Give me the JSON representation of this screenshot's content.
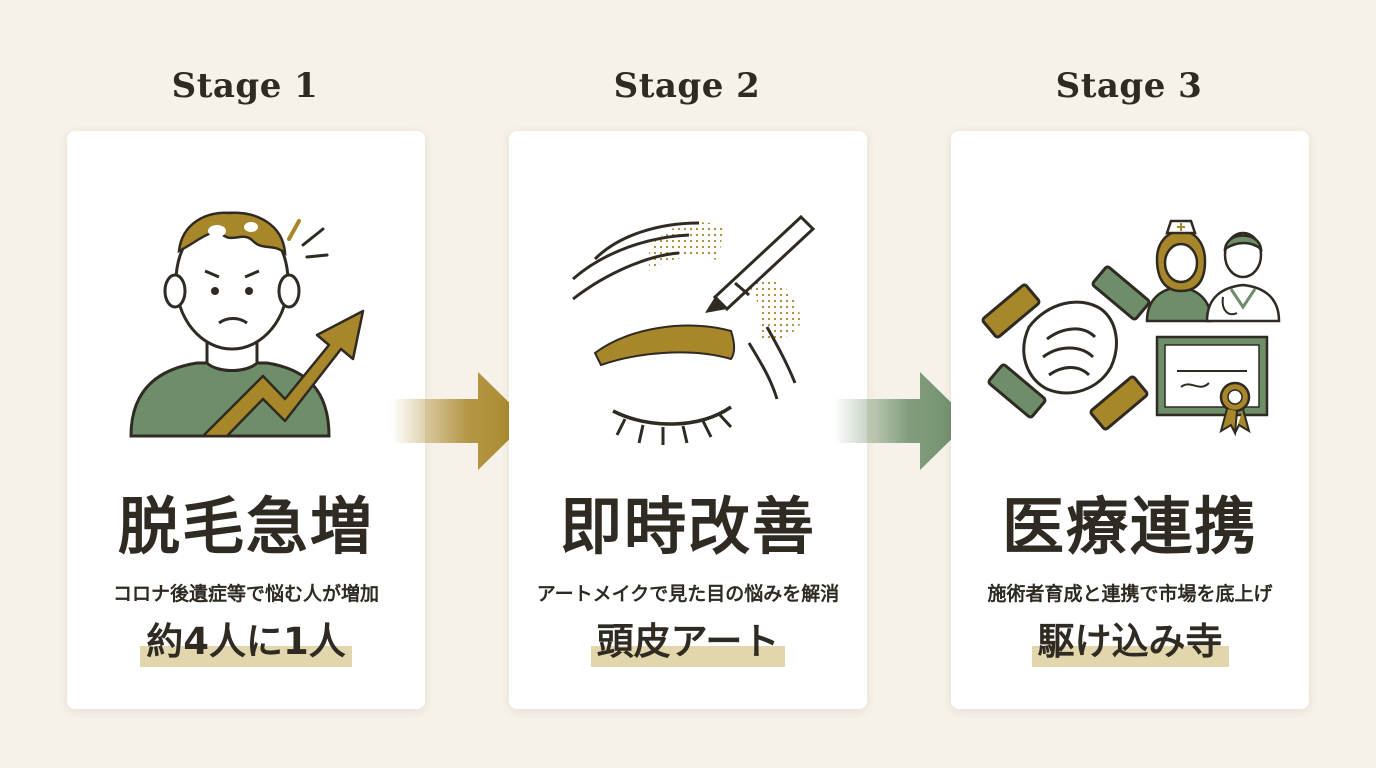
{
  "stages": [
    {
      "title": "Stage 1",
      "headline": "脱毛急増",
      "caption": "コロナ後遺症等で悩む人が増加",
      "tag": "約4人に1人",
      "icon": "person-hair-loss-icon"
    },
    {
      "title": "Stage 2",
      "headline": "即時改善",
      "caption": "アートメイクで見た目の悩みを解消",
      "tag": "頭皮アート",
      "icon": "eyebrow-art-makeup-icon"
    },
    {
      "title": "Stage 3",
      "headline": "医療連携",
      "caption": "施術者育成と連携で市場を底上げ",
      "tag": "駆け込み寺",
      "icon": "handshake-medical-icon"
    }
  ],
  "colors": {
    "background": "#f6f2e9",
    "gold": "#a8872a",
    "green": "#6e8e6a",
    "ink": "#2f2a22",
    "highlight": "#e2d6ad"
  }
}
